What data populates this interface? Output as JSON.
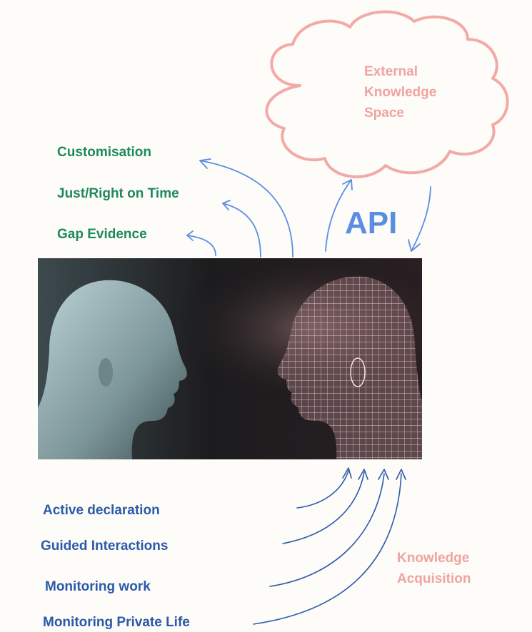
{
  "outputs": [
    {
      "label": "Customisation"
    },
    {
      "label": "Just/Right on Time"
    },
    {
      "label": "Gap Evidence"
    }
  ],
  "inputs": [
    {
      "label": "Active declaration"
    },
    {
      "label": "Guided Interactions"
    },
    {
      "label": "Monitoring work"
    },
    {
      "label": "Monitoring Private Life"
    }
  ],
  "cloud": {
    "line1": "External",
    "line2": "Knowledge",
    "line3": "Space"
  },
  "api_label": "API",
  "acquisition": {
    "line1": "Knowledge",
    "line2": "Acquisition"
  },
  "image": {
    "subject": "human head facing wireframe AI head"
  },
  "colors": {
    "output_labels": "#1e8a5c",
    "input_labels": "#2c5aa8",
    "cloud": "#f0a3a0",
    "arrows": "#5b8ee0",
    "input_arrows": "#2c5aa8"
  }
}
